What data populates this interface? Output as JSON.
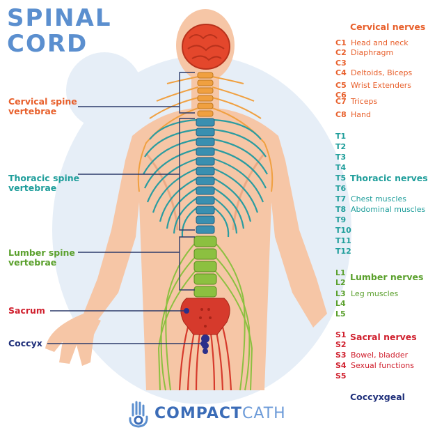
{
  "title": {
    "line1": "SPINAL",
    "line2": "CORD"
  },
  "left_labels": {
    "cervical": [
      "Cervical spine",
      "vertebrae"
    ],
    "thoracic": [
      "Thoracic spine",
      "vertebrae"
    ],
    "lumbar": [
      "Lumber spine",
      "vertebrae"
    ],
    "sacrum": "Sacrum",
    "coccyx": "Coccyx"
  },
  "groups": {
    "cervical": {
      "title": "Cervical nerves",
      "color": "#e8602c",
      "codes": [
        "C1",
        "C2",
        "C3",
        "C4",
        "C5",
        "C6",
        "C7",
        "C8"
      ],
      "functions": [
        "Head and neck",
        "Diaphragm",
        "",
        "Deltoids, Biceps",
        "Wrist Extenders",
        "",
        "Triceps",
        "Hand"
      ]
    },
    "thoracic": {
      "title": "Thoracic nerves",
      "color": "#1f9e9b",
      "codes": [
        "T1",
        "T2",
        "T3",
        "T4",
        "T5",
        "T6",
        "T7",
        "T8",
        "T9",
        "T10",
        "T11",
        "T12"
      ],
      "functions": [
        "Chest muscles",
        "Abdominal muscles"
      ]
    },
    "lumbar": {
      "title": "Lumber nerves",
      "color": "#5aa02c",
      "codes": [
        "L1",
        "L2",
        "L3",
        "L4",
        "L5"
      ],
      "functions": [
        "Leg muscles"
      ]
    },
    "sacral": {
      "title": "Sacral nerves",
      "color": "#d0202e",
      "codes": [
        "S1",
        "S2",
        "S3",
        "S4",
        "S5"
      ],
      "functions": [
        "Bowel, bladder",
        "Sexual functions"
      ]
    },
    "coccygeal": {
      "title": "Coccyxgeal",
      "color": "#1f2f7a"
    }
  },
  "logo": {
    "bold": "COMPACT",
    "light": "CATH",
    "icon": "hand-icon"
  },
  "colors": {
    "skin": "#f6c6a6",
    "skin_dark": "#ecaa85",
    "bg_blob": "#e4ecf6",
    "title_blue": "#5b8fcf",
    "brain": "#e4472c",
    "vertebra_cervical": "#f0a040",
    "vertebra_thoracic": "#3a8fb0",
    "vertebra_lumbar": "#8cc040",
    "sacrum": "#d63a2c",
    "coccyx_node": "#2a2f8a",
    "bracket": "#2b3a6a"
  }
}
